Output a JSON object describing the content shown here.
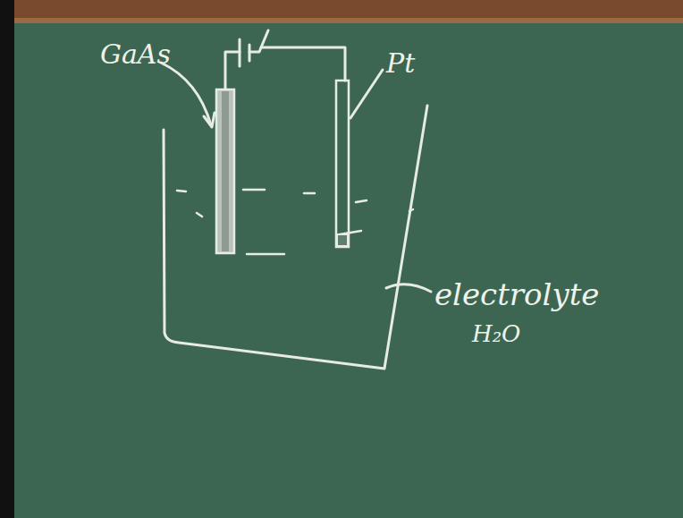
{
  "diagram": {
    "labels": [
      "GaAs",
      "Pt",
      "electrolyte",
      "H₂O"
    ]
  }
}
